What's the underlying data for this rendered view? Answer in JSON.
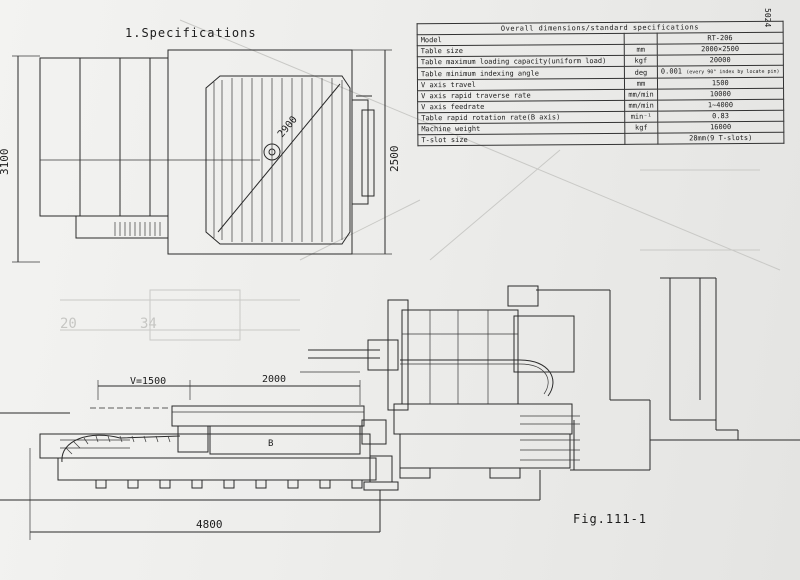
{
  "page_corner_text": "5024",
  "section_title": "1.Specifications",
  "spec_table": {
    "title": "Overall dimensions/standard specifications",
    "rows": [
      {
        "item": "Model",
        "unit": "",
        "value": "RT-206"
      },
      {
        "item": "Table size",
        "unit": "mm",
        "value": "2000×2500"
      },
      {
        "item": "Table maximum loading capacity(uniform load)",
        "unit": "kgf",
        "value": "20000"
      },
      {
        "item": "Table minimum indexing angle",
        "unit": "deg",
        "value": "0.001"
      },
      {
        "item": "V axis travel",
        "unit": "mm",
        "value": "1500"
      },
      {
        "item": "V axis rapid traverse rate",
        "unit": "mm/min",
        "value": "10000"
      },
      {
        "item": "V axis feedrate",
        "unit": "mm/min",
        "value": "1~4000"
      },
      {
        "item": "Table rapid rotation rate(B axis)",
        "unit": "min⁻¹",
        "value": "0.83"
      },
      {
        "item": "Machine weight",
        "unit": "kgf",
        "value": "16000"
      },
      {
        "item": "T-slot size",
        "unit": "",
        "value": "28mm(9 T-slots)"
      }
    ],
    "note_indexing": "(every 90° index by locate pin)"
  },
  "dimensions": {
    "dim_3100": "3100",
    "dim_2500": "2500",
    "dim_2900": "2900",
    "dim_v1500": "V=1500",
    "dim_2000": "2000",
    "dim_4800": "4800",
    "dim_20": "20",
    "dim_34": "34",
    "part_mark": "B"
  },
  "figure_caption": "Fig.111-1"
}
